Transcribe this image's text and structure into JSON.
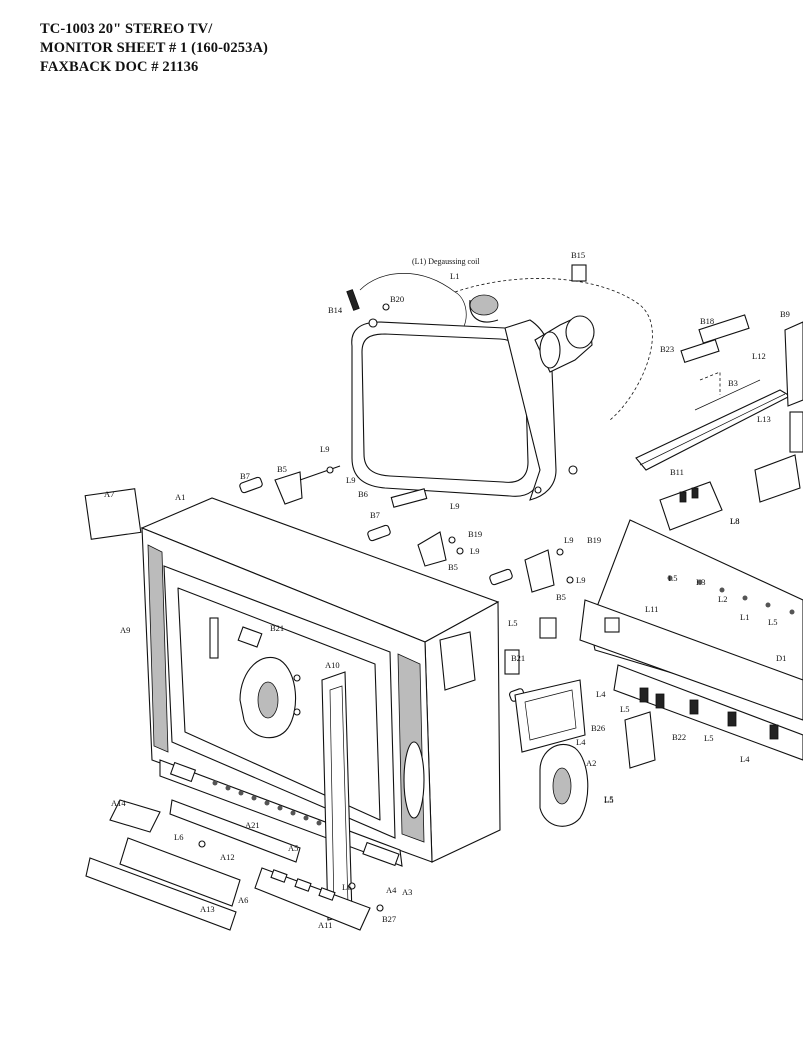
{
  "header": {
    "line1": "TC-1003 20\" STEREO TV/",
    "line2": "MONITOR SHEET # 1  (160-0253A)",
    "line3": "FAXBACK DOC # 21136"
  },
  "diagram": {
    "caption": "(L1) Degaussing coil",
    "parts": [
      "B15",
      "L1",
      "B14",
      "B20",
      "B18",
      "B9",
      "B23",
      "L12",
      "B3",
      "L13",
      "L9",
      "B5",
      "B7",
      "L9",
      "B6",
      "A7",
      "A1",
      "L9",
      "B19",
      "L9",
      "B7",
      "B5",
      "L9",
      "B19",
      "L9",
      "B11",
      "L8",
      "L5",
      "L3",
      "L2",
      "A9",
      "B21",
      "L4",
      "L1",
      "L5",
      "L5",
      "B5",
      "L11",
      "B21",
      "L5",
      "D1",
      "A10",
      "B26",
      "B22",
      "L4",
      "L5",
      "L5",
      "L6",
      "A14",
      "A21",
      "L6",
      "A12",
      "A5",
      "L4",
      "A4",
      "A3",
      "A6",
      "A13",
      "A11",
      "B27",
      "A2",
      "L5",
      "L8"
    ]
  }
}
